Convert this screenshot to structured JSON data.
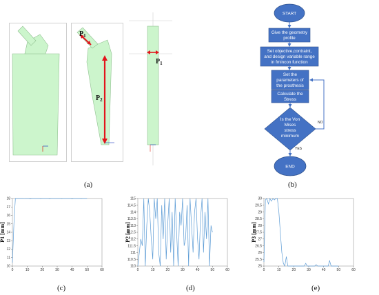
{
  "captions": {
    "a": "(a)",
    "b": "(b)",
    "c": "(c)",
    "d": "(d)",
    "e": "(e)"
  },
  "model_labels": {
    "p1": "P",
    "p1_sub": "1",
    "p2": "P",
    "p2_sub": "2",
    "p1b": "P",
    "p1b_sub": "1"
  },
  "flowchart": {
    "start": "START",
    "steps": [
      [
        "Give the geometry",
        "profile"
      ],
      [
        "Set objective,contraint,",
        "and design variable range",
        "in fmincon function"
      ],
      [
        "Set the",
        "parameters of",
        "the prosthesis"
      ],
      [
        "Calculate the",
        "Stress"
      ]
    ],
    "decision": [
      "Is the Von",
      "Mises",
      "stress",
      "minimum"
    ],
    "no_label": "NO",
    "yes_label": "YES",
    "end": "END"
  },
  "colors": {
    "flow_fill": "#4472c4",
    "flow_stroke": "#2f528f",
    "model": "#ccf5cc",
    "arrow": "#e3141c",
    "plot_line": "#5b9bd5"
  },
  "chart_data": [
    {
      "type": "line",
      "ylabel": "P1 [mm]",
      "x": [
        0,
        1,
        2,
        3,
        4,
        5,
        6,
        7,
        8,
        9,
        10,
        11,
        12,
        13,
        14,
        15,
        16,
        17,
        18,
        19,
        20,
        21,
        22,
        23,
        24,
        25,
        26,
        27,
        28,
        29,
        30,
        31,
        32,
        33,
        34,
        35,
        36,
        37,
        38,
        39,
        40,
        41,
        42,
        43,
        44,
        45,
        46,
        47,
        48,
        49,
        50
      ],
      "values": [
        10.4,
        15,
        18,
        18,
        18,
        18,
        18,
        18,
        17.98,
        18,
        18,
        18,
        17.95,
        18,
        18,
        18,
        18,
        18,
        18,
        17.97,
        18,
        18,
        18,
        18,
        18,
        17.96,
        18,
        18,
        18,
        18,
        18,
        18,
        18,
        17.97,
        18,
        18,
        18,
        18,
        18,
        18,
        17.95,
        18,
        18,
        18,
        18,
        18,
        17.97,
        18,
        18,
        18,
        18
      ],
      "xlim": [
        0,
        60
      ],
      "ylim": [
        10,
        18
      ],
      "xticks": [
        "0",
        "10",
        "20",
        "30",
        "40",
        "50",
        "60"
      ],
      "yticks": [
        "10",
        "11",
        "12",
        "13",
        "14",
        "15",
        "16",
        "17",
        "18"
      ]
    },
    {
      "type": "line",
      "ylabel": "P2 [mm]",
      "x": [
        0,
        1,
        2,
        3,
        4,
        5,
        6,
        7,
        8,
        9,
        10,
        11,
        12,
        13,
        14,
        15,
        16,
        17,
        18,
        19,
        20,
        21,
        22,
        23,
        24,
        25,
        26,
        27,
        28,
        29,
        30,
        31,
        32,
        33,
        34,
        35,
        36,
        37,
        38,
        39,
        40,
        41,
        42,
        43,
        44,
        45,
        46,
        47,
        48,
        49,
        50
      ],
      "values": [
        110,
        111,
        112,
        111.5,
        115,
        110,
        113,
        115,
        114,
        112,
        110.5,
        115,
        113.5,
        115,
        111,
        110,
        114.5,
        112,
        115,
        110.5,
        113,
        115,
        111,
        114,
        110,
        115,
        112.5,
        110,
        114,
        113,
        115,
        111.5,
        112,
        114.5,
        110,
        115,
        113,
        111,
        114,
        115,
        112,
        110.5,
        113.5,
        115,
        111,
        114,
        112,
        115,
        110,
        113,
        112.5
      ],
      "xlim": [
        0,
        60
      ],
      "ylim": [
        110,
        115
      ],
      "xticks": [
        "0",
        "10",
        "20",
        "30",
        "40",
        "50",
        "60"
      ],
      "yticks": [
        "110",
        "110.5",
        "111",
        "111.5",
        "112",
        "112.5",
        "113",
        "113.5",
        "114",
        "114.5",
        "115"
      ]
    },
    {
      "type": "line",
      "ylabel": "P3 [mm]",
      "x": [
        0,
        1,
        2,
        3,
        4,
        5,
        6,
        7,
        8,
        9,
        10,
        11,
        12,
        13,
        14,
        15,
        16,
        17,
        18,
        19,
        20,
        21,
        22,
        23,
        24,
        25,
        26,
        27,
        28,
        29,
        30,
        31,
        32,
        33,
        34,
        35,
        36,
        37,
        38,
        39,
        40,
        41,
        42,
        43,
        44,
        45,
        46,
        47,
        48,
        49,
        50
      ],
      "values": [
        25.3,
        29.9,
        30,
        29.6,
        30,
        29.8,
        30,
        29.9,
        30,
        30,
        29,
        27.5,
        26,
        25.2,
        25,
        25.7,
        25,
        25,
        25,
        25,
        25,
        25,
        25,
        25,
        25,
        25,
        25,
        25,
        25.2,
        25,
        25,
        25,
        25,
        25,
        25,
        25.1,
        25,
        25,
        25,
        25,
        25,
        25,
        25,
        25,
        25.4,
        25,
        25,
        25,
        25,
        25,
        25
      ],
      "xlim": [
        0,
        60
      ],
      "ylim": [
        25,
        30
      ],
      "xticks": [
        "0",
        "10",
        "20",
        "30",
        "40",
        "50",
        "60"
      ],
      "yticks": [
        "25",
        "25.5",
        "26",
        "26.5",
        "27",
        "27.5",
        "28",
        "28.5",
        "29",
        "29.5",
        "30"
      ]
    }
  ]
}
